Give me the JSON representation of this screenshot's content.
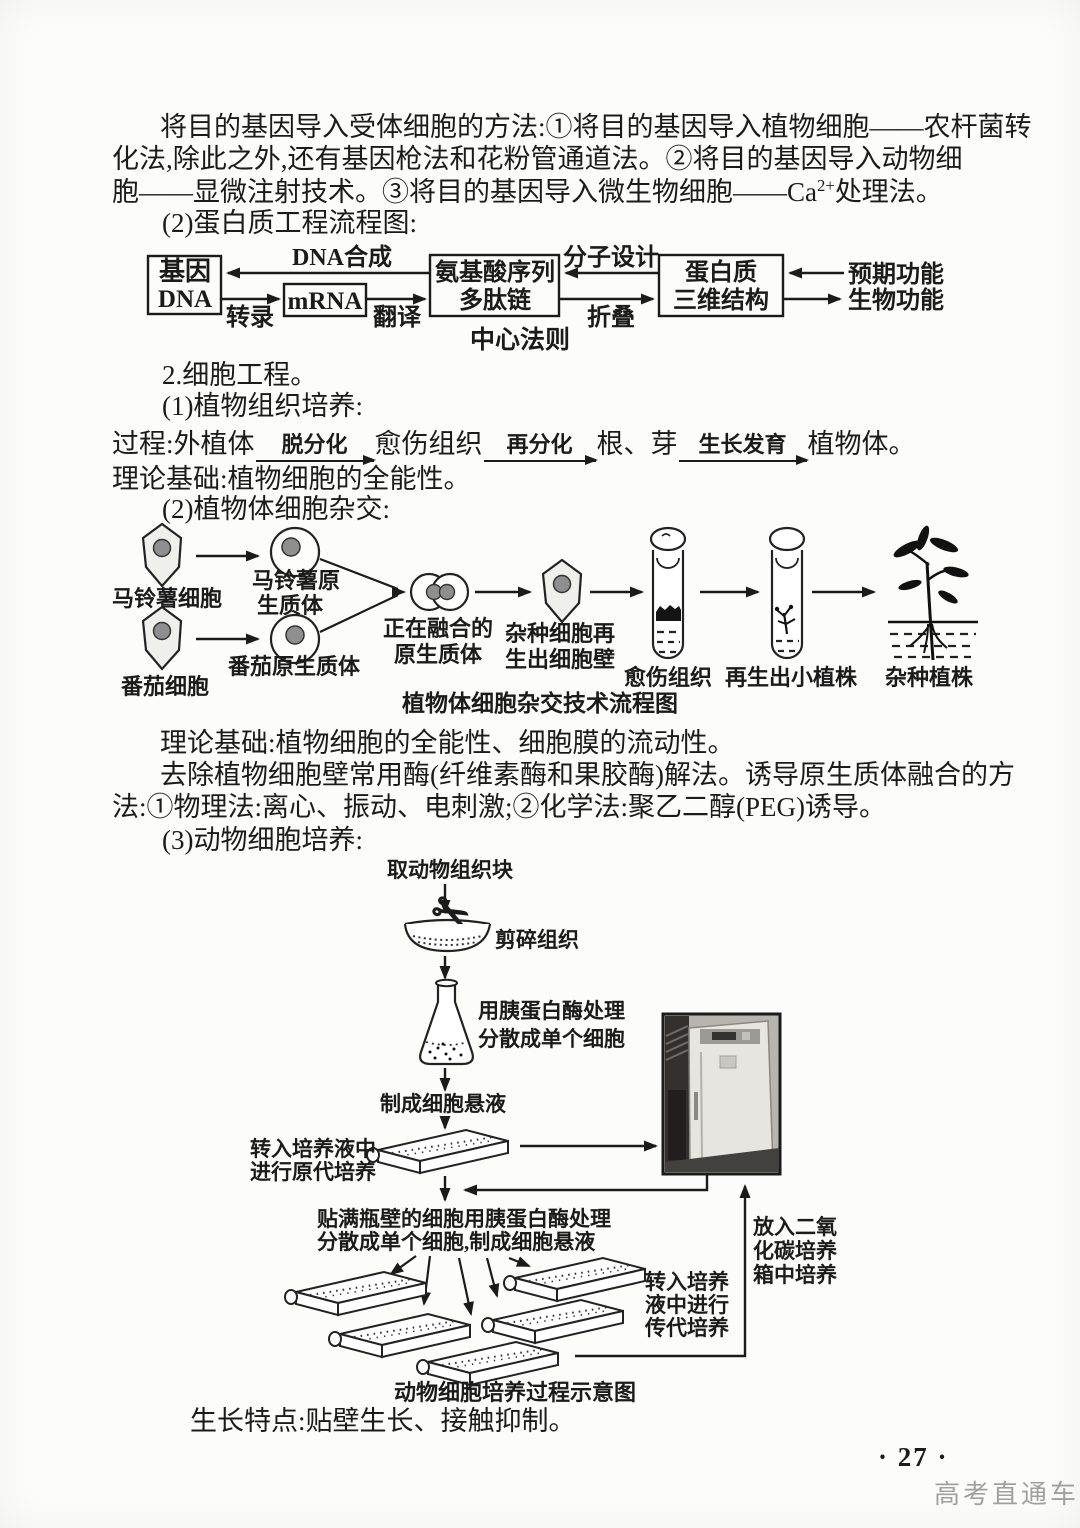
{
  "intro": {
    "line1": "将目的基因导入受体细胞的方法:①将目的基因导入植物细胞——农杆菌转",
    "line2": "化法,除此之外,还有基因枪法和花粉管通道法。②将目的基因导入动物细",
    "line3_pre": "胞——显微注射技术。③将目的基因导入微生物细胞——Ca",
    "line3_sup": "2+",
    "line3_post": "处理法。"
  },
  "protein": {
    "heading": "(2)蛋白质工程流程图:",
    "diagram": {
      "box_gene_l1": "基因",
      "box_gene_l2": "DNA",
      "box_mrna": "mRNA",
      "box_aa_l1": "氨基酸序列",
      "box_aa_l2": "多肽链",
      "box_protein_l1": "蛋白质",
      "box_protein_l2": "三维结构",
      "lbl_dna_synthesis": "DNA合成",
      "lbl_transcription": "转录",
      "lbl_translation": "翻译",
      "lbl_molecular_design": "分子设计",
      "lbl_folding": "折叠",
      "lbl_expected_function": "预期功能",
      "lbl_biological_function": "生物功能",
      "lbl_central_dogma": "中心法则"
    }
  },
  "cell": {
    "heading": "2.细胞工程。",
    "sub_plant_tissue": "(1)植物组织培养:",
    "process": {
      "prefix": "过程:外植体",
      "arrow1": "脱分化",
      "node1": "愈伤组织",
      "arrow2": "再分化",
      "node2": "根、芽",
      "arrow3": "生长发育",
      "node3": "植物体。"
    },
    "basis1": "理论基础:植物细胞的全能性。",
    "sub_hybrid": "(2)植物体细胞杂交:"
  },
  "hybrid": {
    "lbl_potato_cell": "马铃薯细胞",
    "lbl_potato_proto_l1": "马铃薯原",
    "lbl_potato_proto_l2": "生质体",
    "lbl_tomato_cell": "番茄细胞",
    "lbl_tomato_proto": "番茄原生质体",
    "lbl_fusing_l1": "正在融合的",
    "lbl_fusing_l2": "原生质体",
    "lbl_hybrid_l1": "杂种细胞再",
    "lbl_hybrid_l2": "生出细胞壁",
    "lbl_callus": "愈伤组织",
    "lbl_plantlet": "再生出小植株",
    "lbl_plant": "杂种植株",
    "caption": "植物体细胞杂交技术流程图"
  },
  "after": {
    "basis2": "理论基础:植物细胞的全能性、细胞膜的流动性。",
    "enzyme_line1": "去除植物细胞壁常用酶(纤维素酶和果胶酶)解法。诱导原生质体融合的方",
    "enzyme_line2": "法:①物理法:离心、振动、电刺激;②化学法:聚乙二醇(PEG)诱导。",
    "sub_animal": "(3)动物细胞培养:"
  },
  "animal": {
    "step_tissue": "取动物组织块",
    "lbl_mince": "剪碎组织",
    "lbl_trypsin_l1": "用胰蛋白酶处理",
    "lbl_trypsin_l2": "分散成单个细胞",
    "step_suspension": "制成细胞悬液",
    "lbl_primary_l1": "转入培养液中",
    "lbl_primary_l2": "进行原代培养",
    "lbl_confluent_l1": "贴满瓶壁的细胞用胰蛋白酶处理",
    "lbl_confluent_l2": "分散成单个细胞,制成细胞悬液",
    "lbl_subculture_l1": "转入培养",
    "lbl_subculture_l2": "液中进行",
    "lbl_subculture_l3": "传代培养",
    "lbl_co2_l1": "放入二氧",
    "lbl_co2_l2": "化碳培养",
    "lbl_co2_l3": "箱中培养",
    "caption": "动物细胞培养过程示意图"
  },
  "footer": {
    "growth_note": "生长特点:贴壁生长、接触抑制。",
    "page_number": "· 27 ·",
    "watermark": "高考直通车"
  },
  "colors": {
    "ink": "#1b1b1b",
    "nucleus_gray": "#8f8f8f",
    "watermark_gray": "#a0a09e"
  }
}
